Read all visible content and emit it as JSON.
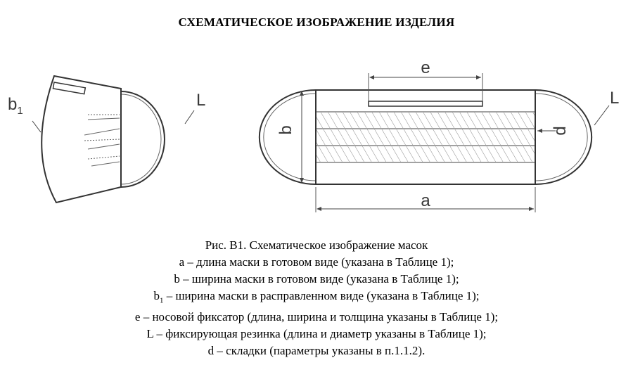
{
  "title": "СХЕМАТИЧЕСКОЕ ИЗОБРАЖЕНИЕ ИЗДЕЛИЯ",
  "diagram": {
    "side_view": {
      "label_b1_main": "b",
      "label_b1_sub": "1",
      "label_L": "L"
    },
    "front_view": {
      "label_e": "e",
      "label_b": "b",
      "label_d": "d",
      "label_a": "a",
      "label_L": "L"
    }
  },
  "caption": {
    "heading": "Рис. В1. Схематическое изображение масок",
    "line_a": "a – длина маски в готовом виде (указана в Таблице 1);",
    "line_b": "b – ширина маски в готовом виде (указана в Таблице 1);",
    "line_b1_main": "b",
    "line_b1_sub": "1",
    "line_b1_text": " – ширина маски в расправленном виде (указана в Таблице 1);",
    "line_e": "e – носовой фиксатор (длина, ширина и толщина указаны в Таблице 1);",
    "line_L": "L – фиксирующая резинка (длина и диаметр указаны в Таблице 1);",
    "line_d": "d – складки (параметры указаны в п.1.1.2)."
  }
}
